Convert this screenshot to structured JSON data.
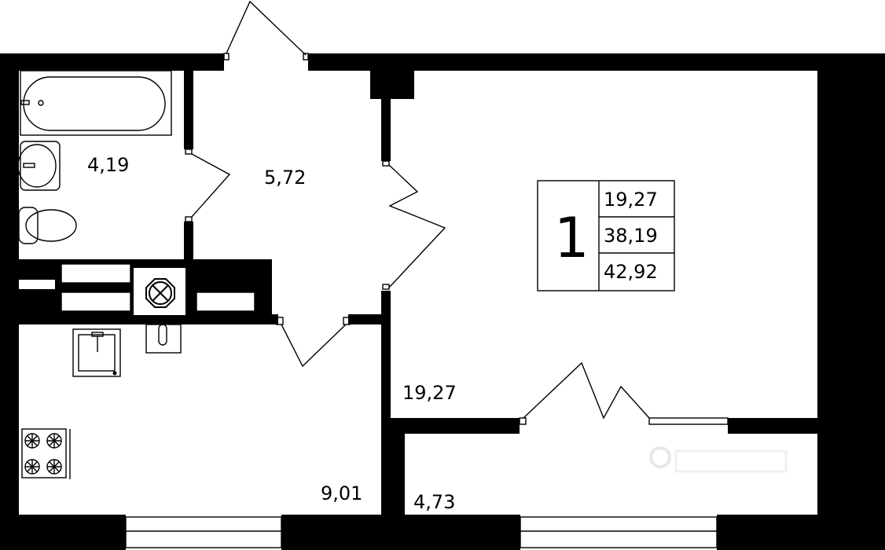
{
  "plan": {
    "rooms": [
      {
        "id": "bathroom",
        "area": "4,19"
      },
      {
        "id": "hallway",
        "area": "5,72"
      },
      {
        "id": "living-room",
        "area": "19,27"
      },
      {
        "id": "kitchen",
        "area": "9,01"
      },
      {
        "id": "balcony",
        "area": "4,73"
      }
    ],
    "info": {
      "rooms_count": "1",
      "living_area": "19,27",
      "total_area": "38,19",
      "total_with_balcony": "42,92"
    }
  },
  "colors": {
    "wall": "#000000",
    "background": "#ffffff"
  }
}
